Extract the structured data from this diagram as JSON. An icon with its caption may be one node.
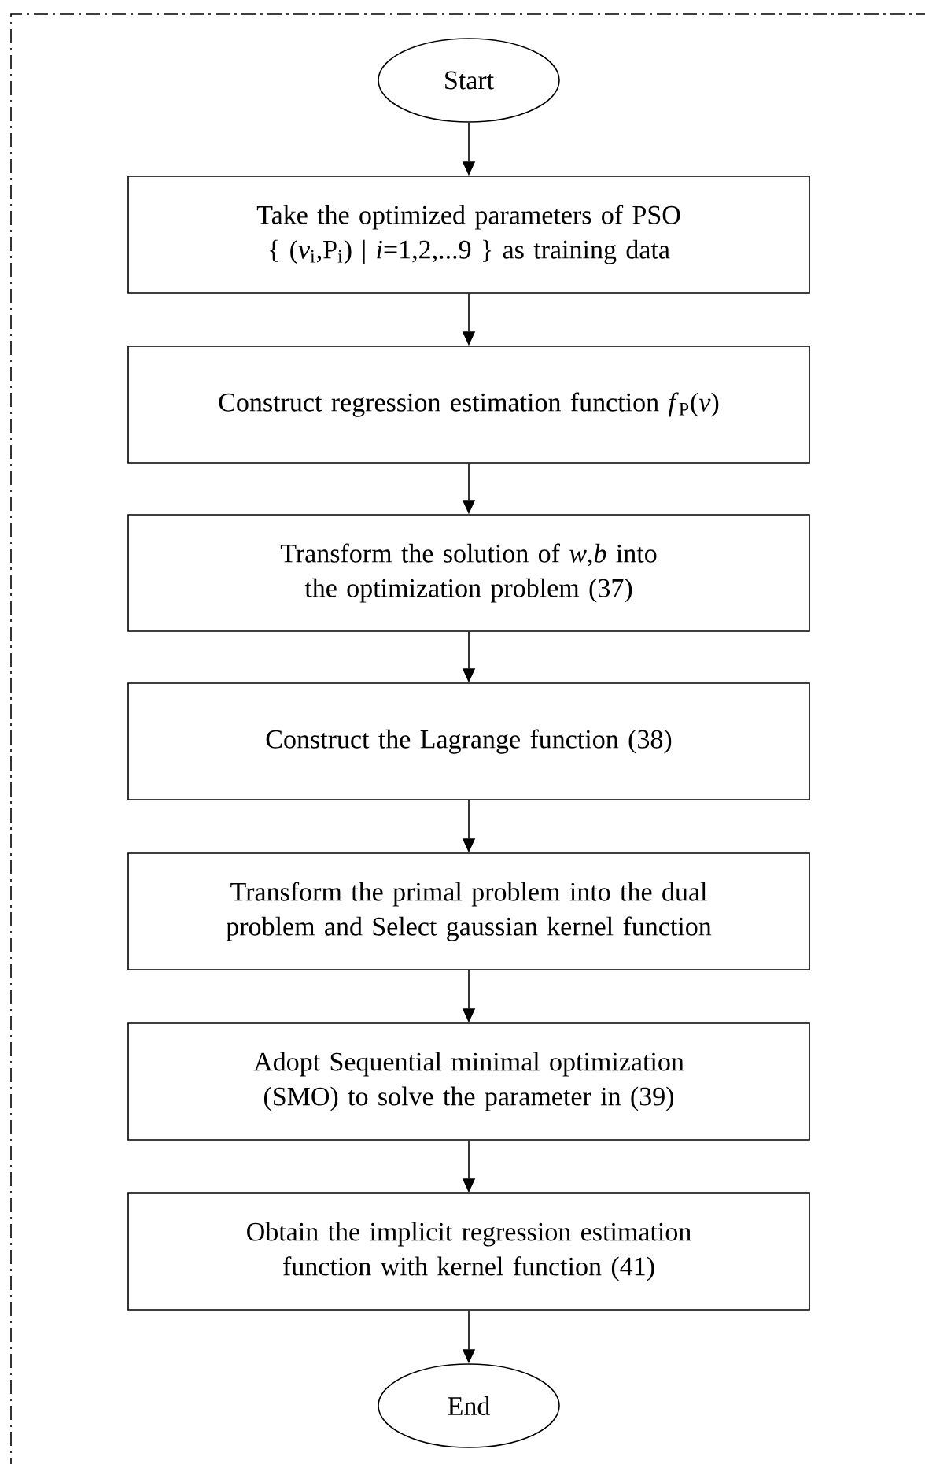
{
  "diagram": {
    "nodes": [
      {
        "text": [
          "Start"
        ]
      },
      {
        "text": [
          "Take the optimized parameters of PSO { (*v*$_{i}$,P$_{i}$) | *i*=1,2,...9 } as training data"
        ]
      },
      {
        "text": [
          "Construct regression estimation function *f*$_{P}$(*v*)"
        ]
      },
      {
        "text": [
          "Transform the solution of *w*,*b* into the optimization problem (37)"
        ]
      },
      {
        "text": [
          "Construct the Lagrange function (38)"
        ]
      },
      {
        "text": [
          "Transform the primal problem into the dual problem and Select gaussian kernel function"
        ]
      },
      {
        "text": [
          "Adopt Sequential minimal optimization (SMO) to solve the parameter in (39)"
        ]
      },
      {
        "text": [
          "Obtain the implicit regression estimation function with kernel function (41)"
        ]
      },
      {
        "text": [
          "End"
        ]
      }
    ],
    "edges": [
      {
        "from": 0,
        "to": 1,
        "arrow": "to"
      },
      {
        "from": 1,
        "to": 2,
        "arrow": "to"
      },
      {
        "from": 2,
        "to": 3,
        "arrow": "to"
      },
      {
        "from": 3,
        "to": 4,
        "arrow": "to"
      },
      {
        "from": 4,
        "to": 5,
        "arrow": "to"
      },
      {
        "from": 5,
        "to": 6,
        "arrow": "to"
      },
      {
        "from": 6,
        "to": 7,
        "arrow": "to"
      },
      {
        "from": 7,
        "to": 8,
        "arrow": "to"
      }
    ]
  }
}
